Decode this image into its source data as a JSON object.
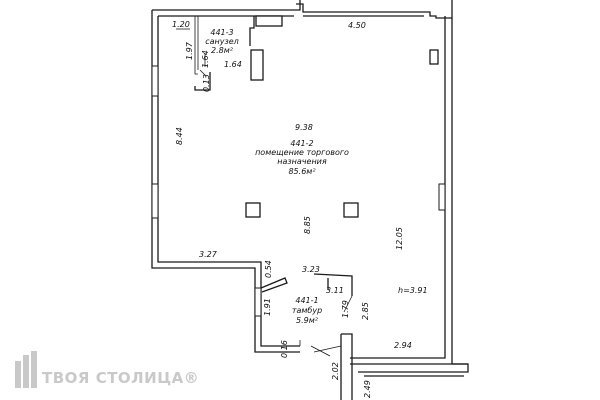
{
  "rooms": {
    "main": {
      "number": "441-2",
      "name_line1": "помещение торгового",
      "name_line2": "назначения",
      "area": "85.6м²"
    },
    "wc": {
      "number": "441-3",
      "name": "санузел",
      "area": "2.8м²"
    },
    "vestibule": {
      "number": "441-1",
      "name": "тамбур",
      "area": "5.9м²"
    }
  },
  "dimensions": {
    "d_120": "1.20",
    "d_450": "4.50",
    "d_197": "1.97",
    "d_164v": "1.64",
    "d_164h": "1.64",
    "d_013": "0.13",
    "d_938": "9.38",
    "d_844": "8.44",
    "d_885": "8.85",
    "d_1205": "12.05",
    "d_327": "3.27",
    "d_054": "0.54",
    "d_323": "3.23",
    "d_311": "3.11",
    "d_191": "1.91",
    "d_179": "1.79",
    "d_285": "2.85",
    "d_height": "h=3.91",
    "d_294": "2.94",
    "d_016": "0.16",
    "d_202": "2.02",
    "d_249": "2.49"
  },
  "logo": {
    "text": "ТВОЯ СТОЛИЦА®",
    "icon": "building-logo-icon"
  },
  "colors": {
    "line": "#1a1a1a",
    "logo": "#c9c9c9"
  }
}
